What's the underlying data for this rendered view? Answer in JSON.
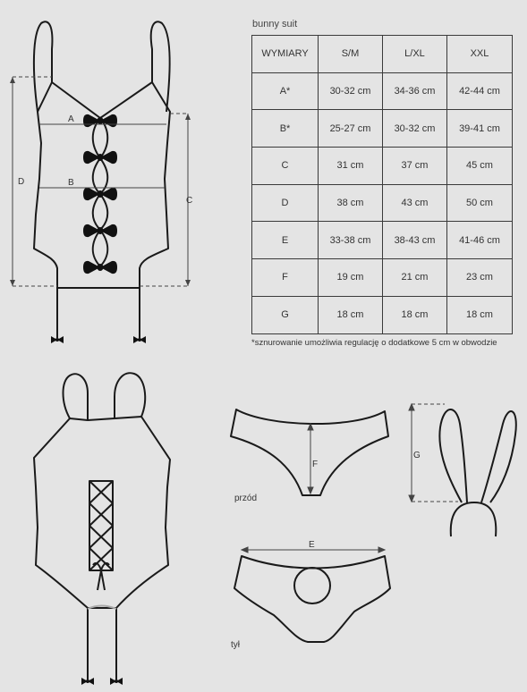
{
  "title": "bunny suit",
  "table": {
    "headers": [
      "WYMIARY",
      "S/M",
      "L/XL",
      "XXL"
    ],
    "rows": [
      [
        "A*",
        "30-32 cm",
        "34-36 cm",
        "42-44 cm"
      ],
      [
        "B*",
        "25-27 cm",
        "30-32 cm",
        "39-41 cm"
      ],
      [
        "C",
        "31 cm",
        "37 cm",
        "45 cm"
      ],
      [
        "D",
        "38 cm",
        "43 cm",
        "50 cm"
      ],
      [
        "E",
        "33-38 cm",
        "38-43 cm",
        "41-46 cm"
      ],
      [
        "F",
        "19 cm",
        "21 cm",
        "23 cm"
      ],
      [
        "G",
        "18 cm",
        "18 cm",
        "18 cm"
      ]
    ]
  },
  "footnote": "*sznurowanie umożliwia regulację o dodatkowe 5 cm w obwodzie",
  "diagram": {
    "labels": {
      "A": "A",
      "B": "B",
      "C": "C",
      "D": "D",
      "E": "E",
      "F": "F",
      "G": "G"
    },
    "front_caption": "przód",
    "back_caption": "tył"
  }
}
